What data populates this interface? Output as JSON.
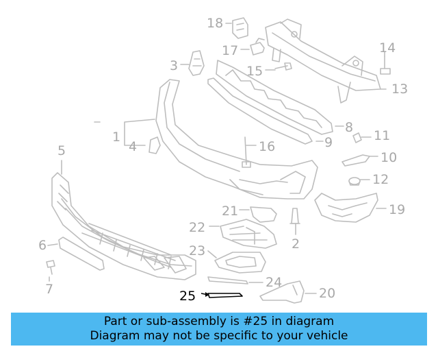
{
  "colors": {
    "part_stroke": "#bdbdbd",
    "label_grey": "#a8a8a8",
    "highlight": "#000000",
    "banner_bg": "#4db8f0"
  },
  "callouts": [
    {
      "id": "1",
      "text": "1"
    },
    {
      "id": "2",
      "text": "2"
    },
    {
      "id": "3",
      "text": "3"
    },
    {
      "id": "4",
      "text": "4"
    },
    {
      "id": "5",
      "text": "5"
    },
    {
      "id": "6",
      "text": "6"
    },
    {
      "id": "7",
      "text": "7"
    },
    {
      "id": "8",
      "text": "8"
    },
    {
      "id": "9",
      "text": "9"
    },
    {
      "id": "10",
      "text": "10"
    },
    {
      "id": "11",
      "text": "11"
    },
    {
      "id": "12",
      "text": "12"
    },
    {
      "id": "13",
      "text": "13"
    },
    {
      "id": "14",
      "text": "14"
    },
    {
      "id": "15",
      "text": "15"
    },
    {
      "id": "16",
      "text": "16"
    },
    {
      "id": "17",
      "text": "17"
    },
    {
      "id": "18",
      "text": "18"
    },
    {
      "id": "19",
      "text": "19"
    },
    {
      "id": "20",
      "text": "20"
    },
    {
      "id": "21",
      "text": "21"
    },
    {
      "id": "22",
      "text": "22"
    },
    {
      "id": "23",
      "text": "23"
    },
    {
      "id": "24",
      "text": "24"
    },
    {
      "id": "25",
      "text": "25"
    }
  ],
  "highlighted_part": "25",
  "banner": {
    "line1": "Part or sub-assembly is #25 in diagram",
    "line2": "Diagram may not be specific to your vehicle"
  }
}
